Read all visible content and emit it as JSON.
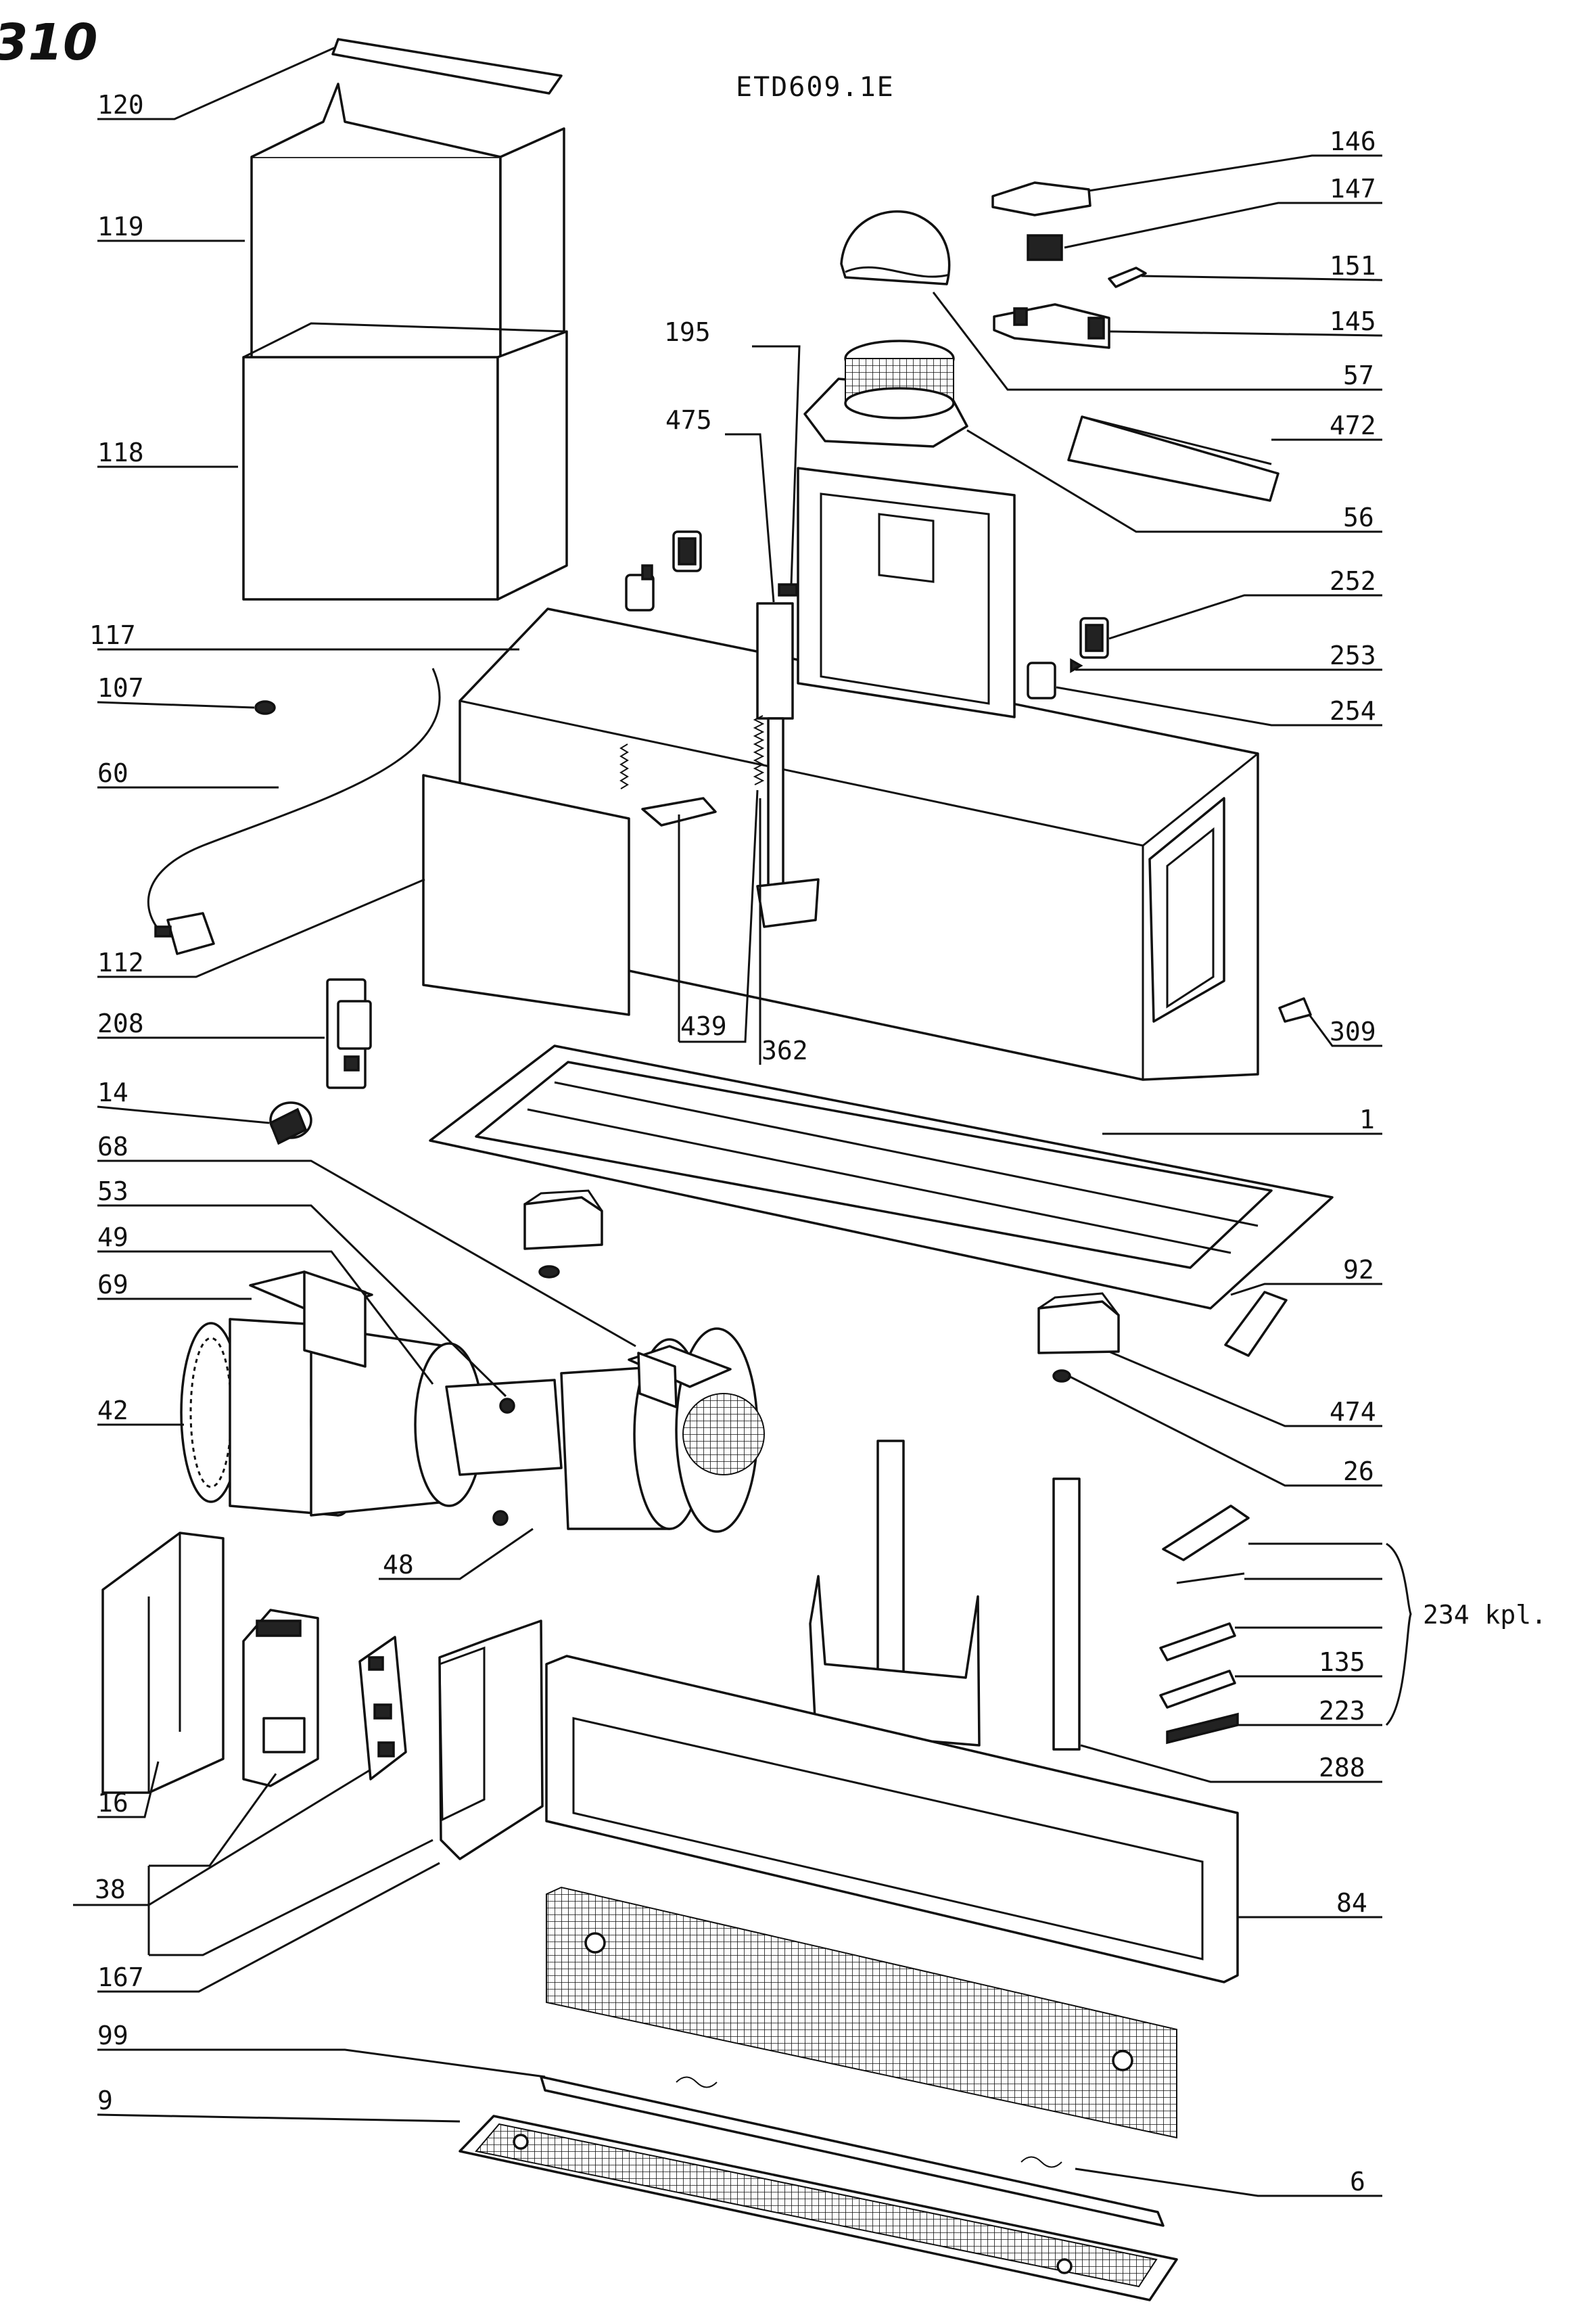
{
  "corner_mark": "310",
  "model_code": "ETD609.1E",
  "group_label": "234 kpl.",
  "part_numbers": [
    "120",
    "119",
    "118",
    "117",
    "107",
    "60",
    "112",
    "208",
    "14",
    "68",
    "53",
    "49",
    "69",
    "42",
    "48",
    "16",
    "38",
    "167",
    "99",
    "9",
    "146",
    "147",
    "151",
    "145",
    "195",
    "57",
    "475",
    "472",
    "56",
    "252",
    "253",
    "254",
    "439",
    "362",
    "309",
    "1",
    "92",
    "474",
    "26",
    "135",
    "223",
    "288",
    "84",
    "6"
  ]
}
